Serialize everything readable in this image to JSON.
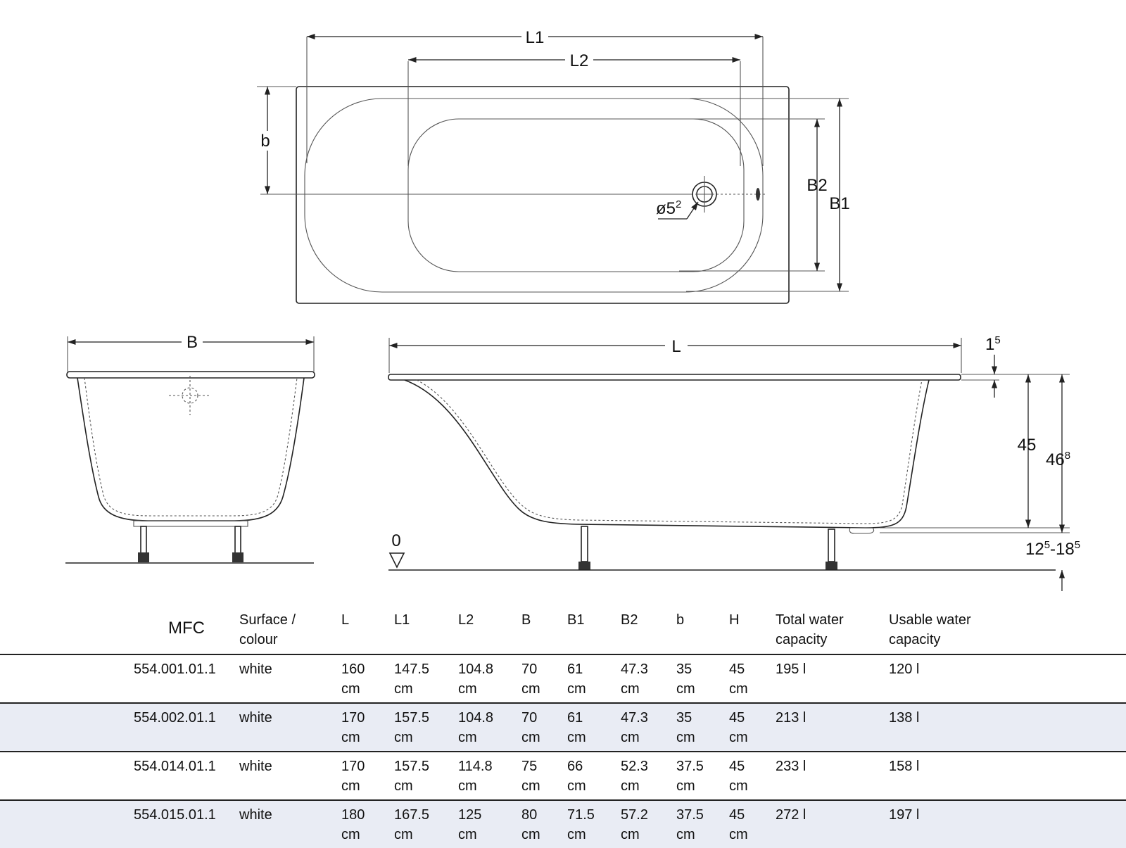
{
  "drawing": {
    "top_view": {
      "L1": "L1",
      "L2": "L2",
      "b": "b",
      "B2": "B2",
      "B1": "B1",
      "drain": "ø5",
      "drain_sup": "2"
    },
    "end_view": {
      "B": "B"
    },
    "side_view": {
      "L": "L",
      "rim_thickness": "1",
      "rim_thickness_sup": "5",
      "depth": "45",
      "height": "46",
      "height_sup": "8",
      "floor_level": "0",
      "feet_min": "12",
      "feet_min_sup": "5",
      "feet_sep": "-",
      "feet_max": "18",
      "feet_max_sup": "5"
    }
  },
  "table": {
    "headers": {
      "mfc": "MFC",
      "surface": [
        "Surface /",
        "colour"
      ],
      "L": "L",
      "L1": "L1",
      "L2": "L2",
      "B": "B",
      "B1": "B1",
      "B2": "B2",
      "b": "b",
      "H": "H",
      "total": [
        "Total water",
        "capacity"
      ],
      "usable": [
        "Usable water",
        "capacity"
      ]
    },
    "unit": "cm",
    "rows": [
      {
        "mfc": "554.001.01.1",
        "surface": "white",
        "L": "160",
        "L1": "147.5",
        "L2": "104.8",
        "B": "70",
        "B1": "61",
        "B2": "47.3",
        "b": "35",
        "H": "45",
        "total": "195 l",
        "usable": "120 l"
      },
      {
        "mfc": "554.002.01.1",
        "surface": "white",
        "L": "170",
        "L1": "157.5",
        "L2": "104.8",
        "B": "70",
        "B1": "61",
        "B2": "47.3",
        "b": "35",
        "H": "45",
        "total": "213 l",
        "usable": "138 l"
      },
      {
        "mfc": "554.014.01.1",
        "surface": "white",
        "L": "170",
        "L1": "157.5",
        "L2": "114.8",
        "B": "75",
        "B1": "66",
        "B2": "52.3",
        "b": "37.5",
        "H": "45",
        "total": "233 l",
        "usable": "158 l"
      },
      {
        "mfc": "554.015.01.1",
        "surface": "white",
        "L": "180",
        "L1": "167.5",
        "L2": "125",
        "B": "80",
        "B1": "71.5",
        "B2": "57.2",
        "b": "37.5",
        "H": "45",
        "total": "272 l",
        "usable": "197 l"
      }
    ]
  }
}
